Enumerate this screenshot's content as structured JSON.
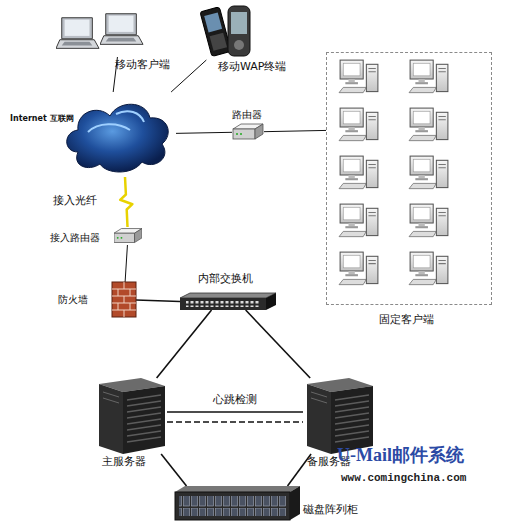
{
  "diagram": {
    "nodes": [
      {
        "text": [
          "移动客户端"
        ]
      },
      {
        "text": [
          "移动WAP终端"
        ]
      },
      {
        "text": [
          "Internet 互联网"
        ]
      },
      {
        "text": [
          "路由器"
        ]
      },
      {
        "text": [
          "固定客户端"
        ]
      },
      {
        "text": [
          "接入路由器"
        ]
      },
      {
        "text": [
          "防火墙"
        ]
      },
      {
        "text": [
          "内部交换机"
        ]
      },
      {
        "text": [
          "主服务器"
        ]
      },
      {
        "text": [
          "备服务器"
        ]
      },
      {
        "text": [
          "磁盘阵列柜"
        ]
      }
    ],
    "edges": [
      {
        "from": 0,
        "to": 2,
        "arrow": "none"
      },
      {
        "from": 1,
        "to": 2,
        "arrow": "none"
      },
      {
        "from": 2,
        "to": 3,
        "arrow": "none"
      },
      {
        "from": 3,
        "to": 4,
        "arrow": "none"
      },
      {
        "from": 2,
        "to": 5,
        "label": "接入光纤",
        "arrow": "none"
      },
      {
        "from": 5,
        "to": 6,
        "arrow": "none"
      },
      {
        "from": 6,
        "to": 7,
        "arrow": "none"
      },
      {
        "from": 7,
        "to": 8,
        "arrow": "none"
      },
      {
        "from": 7,
        "to": 9,
        "arrow": "none"
      },
      {
        "from": 8,
        "to": 9,
        "label": "心跳检测",
        "arrow": "none"
      },
      {
        "from": 8,
        "to": 10,
        "arrow": "none"
      },
      {
        "from": 9,
        "to": 10,
        "arrow": "none"
      }
    ],
    "labels": [
      "U-Mail邮件系统",
      "www.comingchina.com"
    ]
  }
}
